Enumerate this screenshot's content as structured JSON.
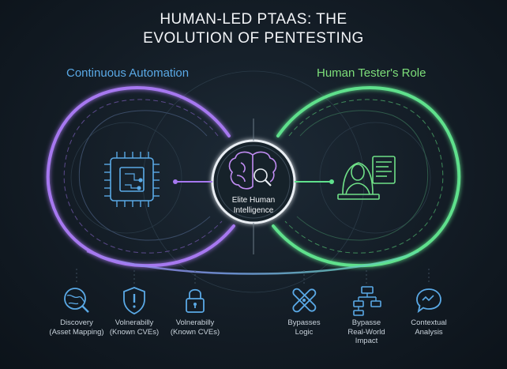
{
  "title": {
    "line1": "HUMAN-LED PTAAS: THE",
    "line2": "EVOLUTION OF PENTESTING"
  },
  "left_label": "Continuous Automation",
  "right_label": "Human Tester's Role",
  "center": {
    "line1": "Elite Human",
    "line2": "Intelligence"
  },
  "colors": {
    "left": "#a678f0",
    "right": "#5fe08c",
    "center_ring": "#e9eef3",
    "accent_blue": "#5aa9e6"
  },
  "features": [
    {
      "icon": "globe-search-icon",
      "line1": "Discovery",
      "line2": "(Asset Mapping)",
      "line3": ""
    },
    {
      "icon": "shield-alert-icon",
      "line1": "Volnerabilly",
      "line2": "(Known CVEs)",
      "line3": ""
    },
    {
      "icon": "padlock-icon",
      "line1": "Volnerabilly",
      "line2": "(Known CVEs)",
      "line3": ""
    },
    {
      "icon": "crossed-bandage-icon",
      "line1": "Bypasses",
      "line2": "Logic",
      "line3": ""
    },
    {
      "icon": "flowchart-icon",
      "line1": "Bypasse",
      "line2": "Real-World",
      "line3": "Impact"
    },
    {
      "icon": "speech-bubble-icon",
      "line1": "Contextual",
      "line2": "Analysis",
      "line3": ""
    }
  ]
}
